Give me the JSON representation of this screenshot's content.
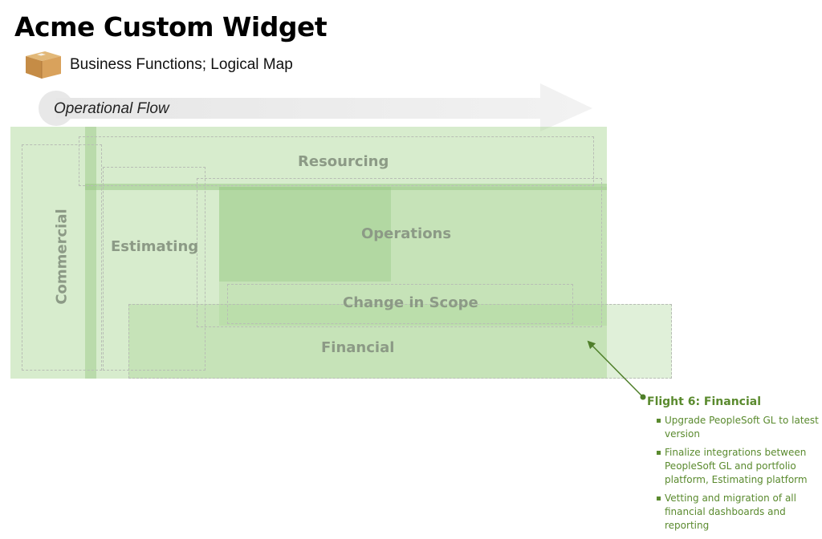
{
  "header": {
    "title": "Acme Custom Widget",
    "subtitle": "Business Functions;  Logical Map",
    "icon": "box-icon"
  },
  "flow": {
    "label": "Operational Flow"
  },
  "zones": {
    "commercial": "Commercial",
    "resourcing": "Resourcing",
    "estimating": "Estimating",
    "operations": "Operations",
    "change_in_scope": "Change in Scope",
    "financial": "Financial"
  },
  "callout": {
    "title": "Flight 6: Financial",
    "items": [
      "Upgrade PeopleSoft GL to latest version",
      "Finalize integrations between PeopleSoft GL and portfolio platform, Estimating platform",
      "Vetting and migration of all financial dashboards and reporting"
    ]
  },
  "colors": {
    "zone_fill": "#a6d491",
    "zone_label": "#8c9a86",
    "callout_text": "#5a8a2e",
    "flow_arrow": "#eeeeee"
  }
}
